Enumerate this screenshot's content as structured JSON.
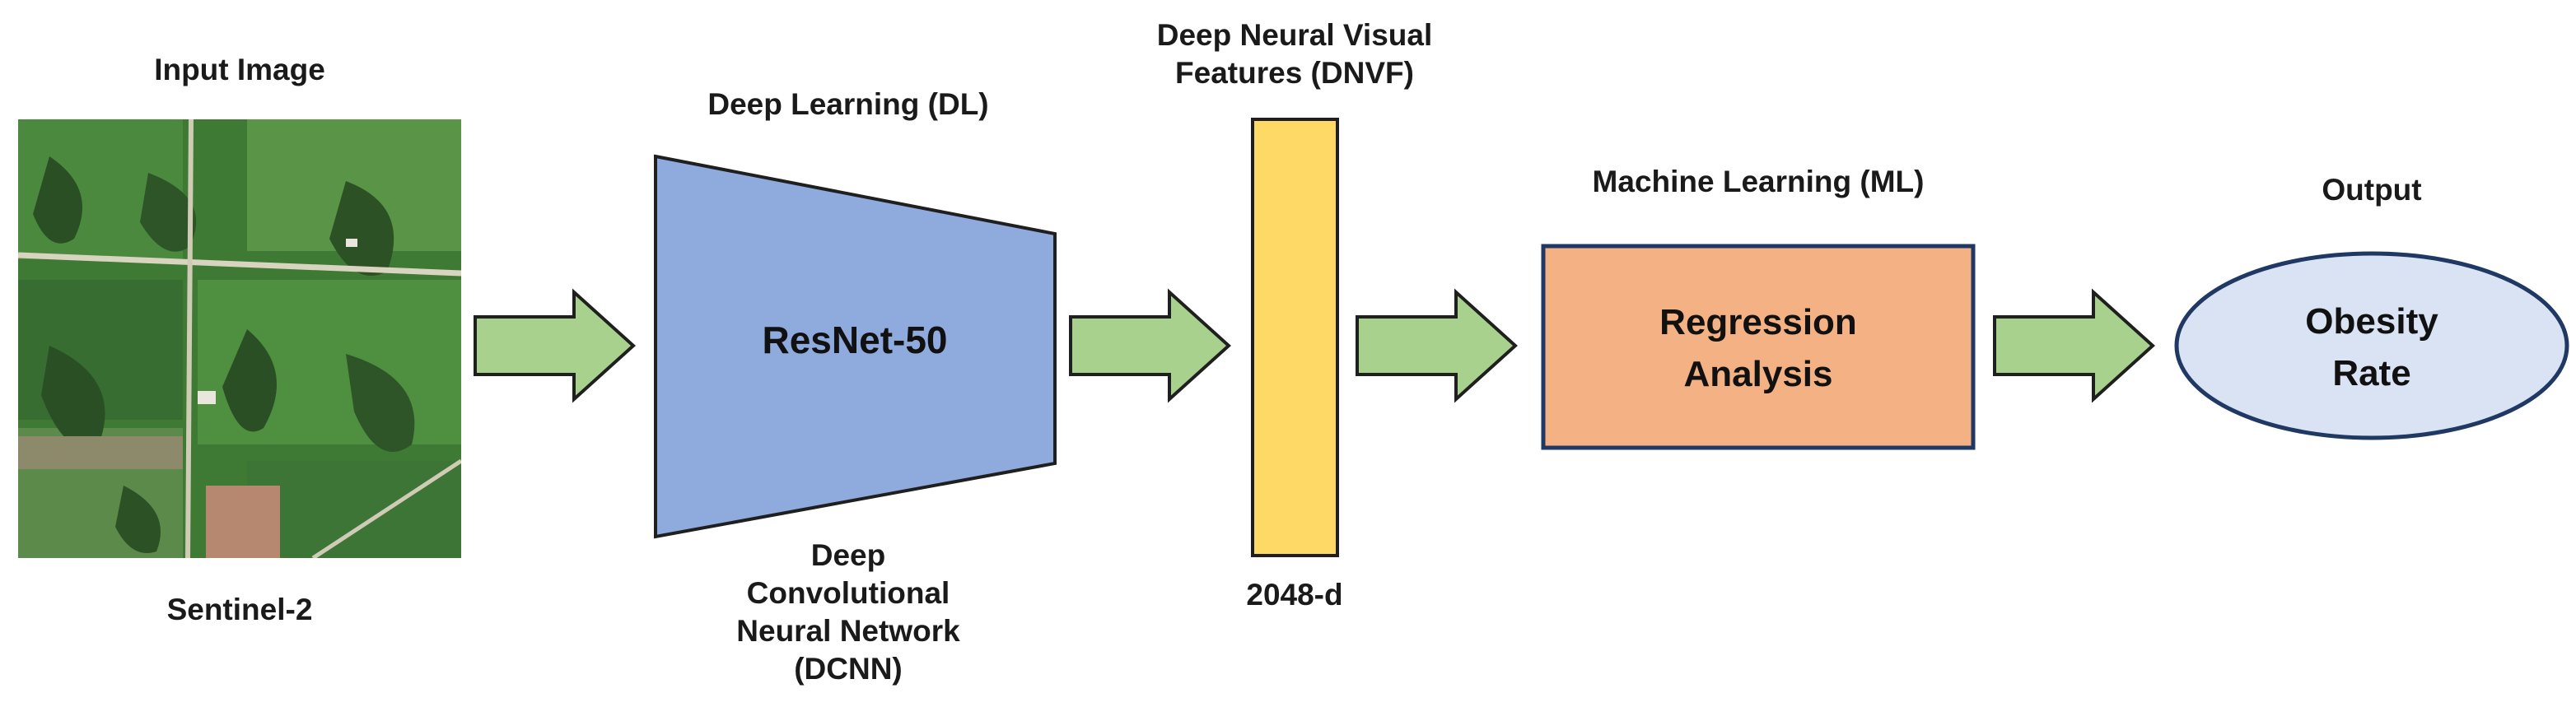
{
  "input": {
    "title": "Input Image",
    "caption": "Sentinel-2"
  },
  "dl": {
    "title": "Deep Learning (DL)",
    "model": "ResNet-50",
    "caption_lines": [
      "Deep",
      "Convolutional",
      "Neural Network",
      "(DCNN)"
    ]
  },
  "features": {
    "title_lines": [
      "Deep Neural Visual",
      "Features (DNVF)"
    ],
    "caption": "2048-d"
  },
  "ml": {
    "title": "Machine Learning (ML)",
    "box_lines": [
      "Regression",
      "Analysis"
    ]
  },
  "output": {
    "title": "Output",
    "ellipse_lines": [
      "Obesity",
      "Rate"
    ]
  },
  "colors": {
    "arrow_fill": "#a9d18e",
    "trapezoid_fill": "#8faadc",
    "feature_bar_fill": "#ffd966",
    "regression_fill": "#f4b183",
    "output_fill": "#dae3f3",
    "stroke": "#1f1f1f",
    "output_stroke": "#1f3864",
    "regression_stroke": "#1f3864"
  }
}
